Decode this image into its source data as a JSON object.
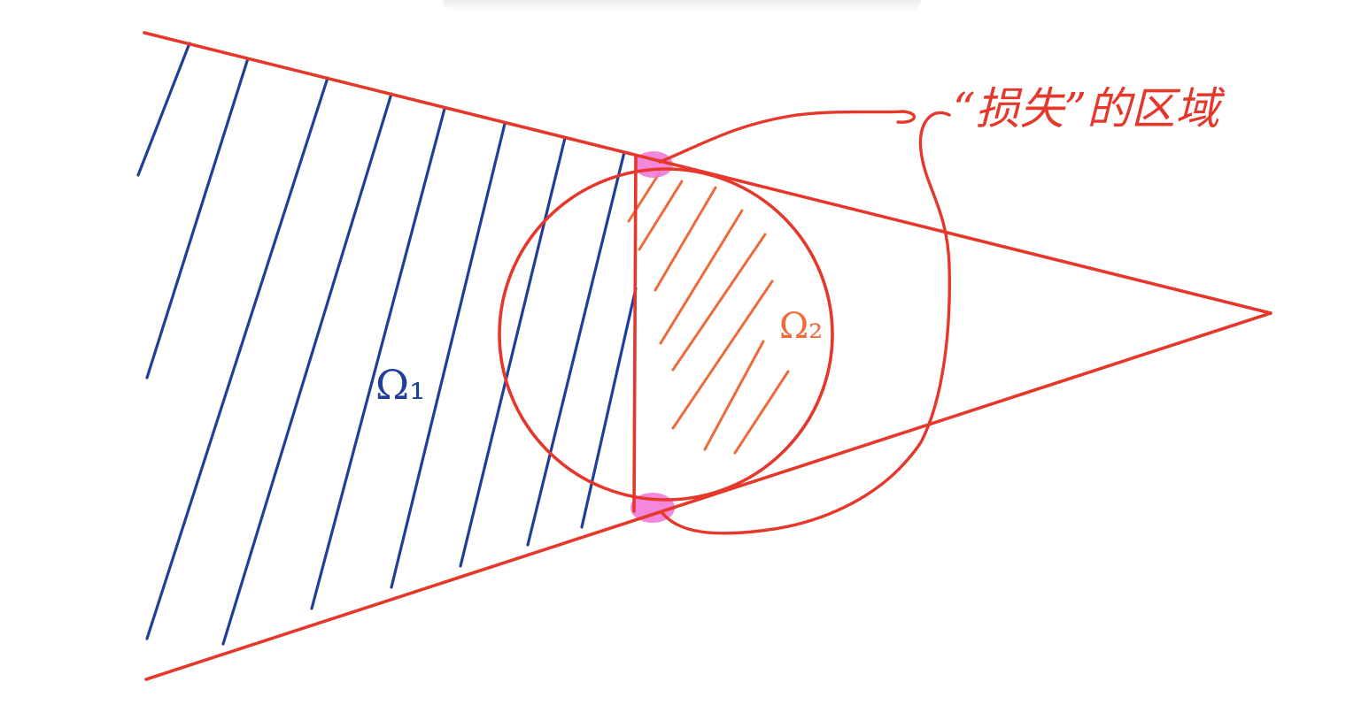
{
  "diagram": {
    "labels": {
      "omega_1": "Ω₁",
      "omega_2": "Ω₂",
      "lost_region": "“损失”的区域"
    },
    "colors": {
      "background": "#ffffff",
      "outline": "#e5382b",
      "region_1_hatch": "#1f3f99",
      "region_2_hatch": "#ef6a3a",
      "tangent_points": "#f27ad8",
      "annotation": "#e5382b"
    },
    "elements": [
      "wedge-upper-ray",
      "wedge-lower-ray",
      "inscribed-circle",
      "vertical-chord",
      "tangent-point-top",
      "tangent-point-bottom",
      "lost-region-loop",
      "omega1-hatching",
      "omega2-hatching"
    ]
  }
}
